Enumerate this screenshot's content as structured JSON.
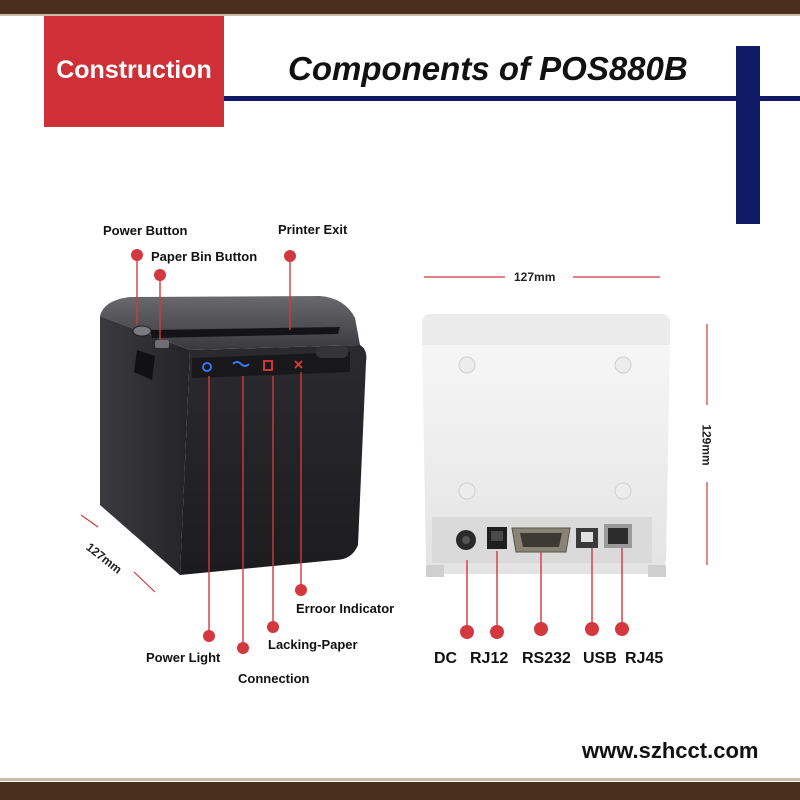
{
  "header": {
    "badge": "Construction",
    "title": "Components of POS880B"
  },
  "front_labels": {
    "power_button": "Power Button",
    "paper_bin_button": "Paper Bin Button",
    "printer_exit": "Printer Exit",
    "power_light": "Power Light",
    "connection": "Connection",
    "lacking_paper": "Lacking-Paper",
    "error_indicator": "Erroor Indicator"
  },
  "dimensions": {
    "depth": "127mm",
    "width": "127mm",
    "height": "129mm"
  },
  "ports": {
    "dc": "DC",
    "rj12": "RJ12",
    "rs232": "RS232",
    "usb": "USB",
    "rj45": "RJ45"
  },
  "footer": {
    "url": "www.szhcct.com"
  },
  "colors": {
    "accent_red": "#cf2f37",
    "navy": "#101a66",
    "frame_brown": "#4a2e1e",
    "callout_red": "#d2383d"
  }
}
